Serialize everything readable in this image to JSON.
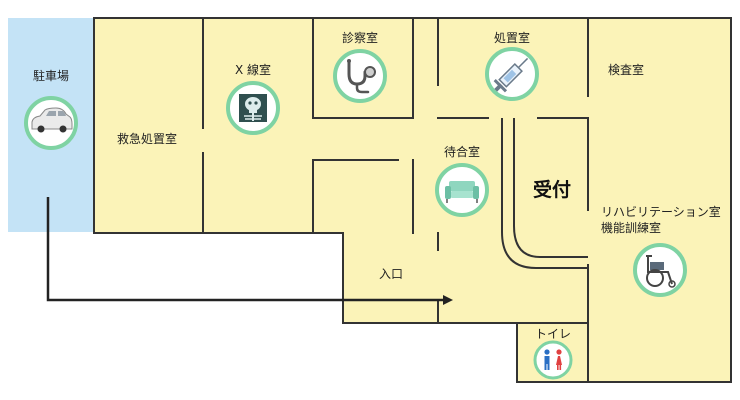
{
  "colors": {
    "floor": "#fbf3b8",
    "parking": "#c4e3f6",
    "wall": "#333333",
    "icon_ring": "#7fd3a3",
    "route": "#222222"
  },
  "rooms": {
    "parking": {
      "label": "駐車場",
      "icon": "car-icon"
    },
    "xray": {
      "label": "X 線室",
      "icon": "xray-icon"
    },
    "emergency": {
      "label": "救急処置室"
    },
    "exam": {
      "label": "診察室",
      "icon": "stethoscope-icon"
    },
    "treatment": {
      "label": "処置室",
      "icon": "syringe-icon"
    },
    "lab": {
      "label": "検査室"
    },
    "waiting": {
      "label": "待合室",
      "icon": "sofa-icon"
    },
    "reception": {
      "label": "受付"
    },
    "rehab": {
      "label_line1": "リハビリテーション室",
      "label_line2": "機能訓練室",
      "icon": "wheelchair-icon"
    },
    "entrance": {
      "label": "入口"
    },
    "toilet": {
      "label": "トイレ",
      "icon": "restroom-icon"
    }
  },
  "route": {
    "from": "parking",
    "to": "entrance"
  }
}
